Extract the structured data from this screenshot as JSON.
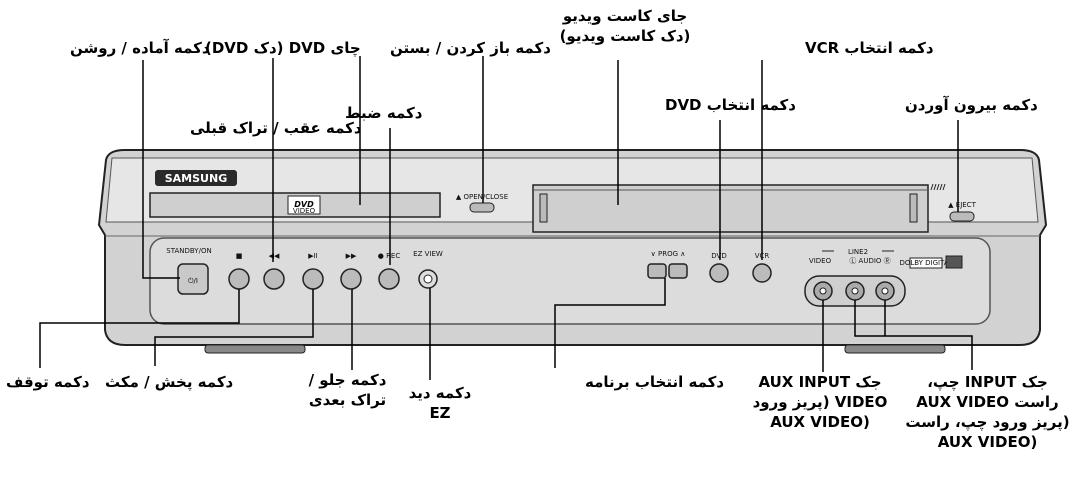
{
  "brand": "SAMSUNG",
  "panel": {
    "standby": "STANDBY/ON",
    "power_symbol": "⏻/I",
    "stop": "■",
    "rew": "◀◀",
    "play": "▶II",
    "ff": "▶▶",
    "rec": "● REC",
    "ezview": "EZ VIEW",
    "open_close": "▲ OPEN/CLOSE",
    "prog": "∨ PROG ∧",
    "dvd": "DVD",
    "vcr": "VCR",
    "line2": "LINE2",
    "video": "VIDEO",
    "audio": "Ⓛ AUDIO Ⓡ",
    "eject": "▲ EJECT",
    "dolby": "DOLBY DIGITAL",
    "dvd_logo": "DVD",
    "dvd_logo_sub": "VIDEO"
  },
  "labels": {
    "ready_power": "دکمه آماده / روشن",
    "dvd_tray": "چای DVD (دک DVD)",
    "open_close": "دکمه باز کردن / بستن",
    "cassette_tray_1": "جای کاست ویدیو",
    "cassette_tray_2": "(دک کاست ویدیو)",
    "vcr_select": "دکمه انتخاب VCR",
    "back_prev": "دکمه عقب / تراک قبلی",
    "record": "دکمه ضبط",
    "dvd_select": "دکمه انتخاب DVD",
    "eject": "دکمه بیرون آوردن",
    "stop": "دکمه توقف",
    "play_pause": "دکمه پخش / مکث",
    "ff_next_1": "دکمه جلو /",
    "ff_next_2": "تراک بعدی",
    "ez_view_1": "دکمه دید",
    "ez_view_2": "EZ",
    "program_select": "دکمه انتخاب برنامه",
    "aux_video_1": "جک AUX INPUT",
    "aux_video_2": "VIDEO (پریز ورود",
    "aux_video_3": "(AUX VIDEO",
    "aux_audio_1": "جک INPUT چپ،",
    "aux_audio_2": "راست AUX VIDEO",
    "aux_audio_3": "(پریز ورود چپ، راست",
    "aux_audio_4": "(AUX VIDEO"
  }
}
